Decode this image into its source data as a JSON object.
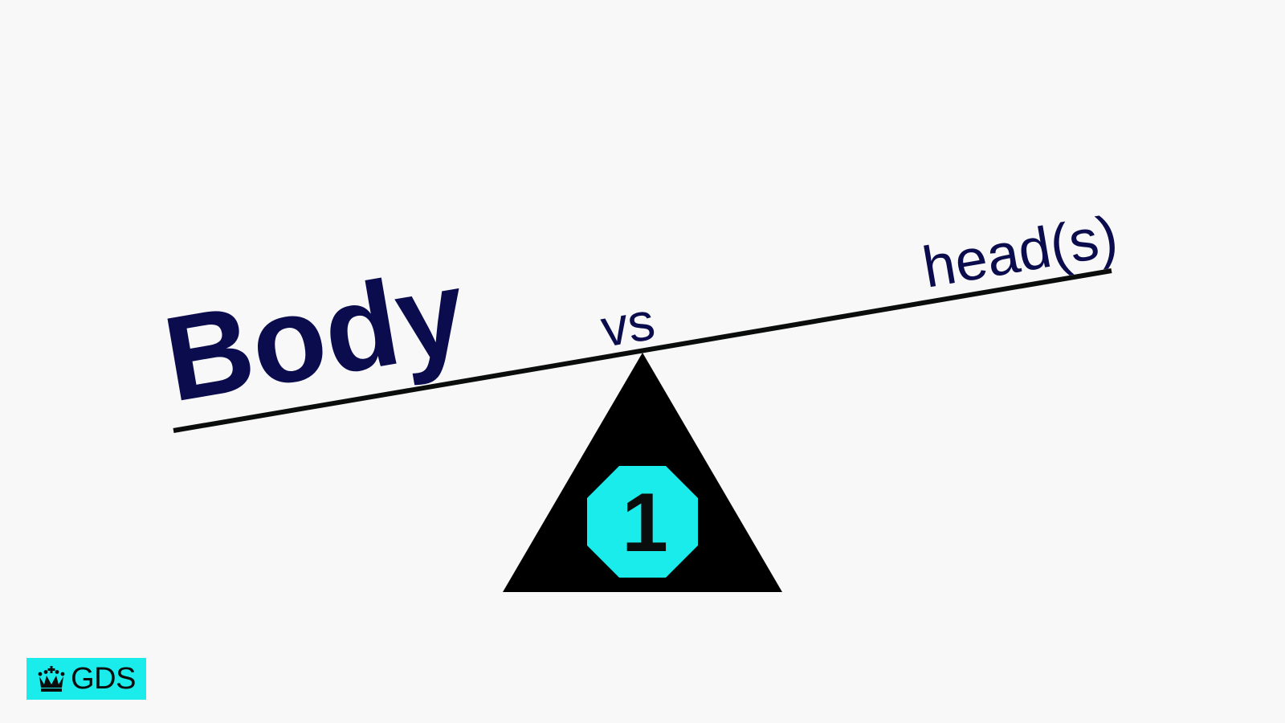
{
  "words": {
    "left": "Body",
    "middle": "vs",
    "right": "head(s)"
  },
  "badge": {
    "number": "1"
  },
  "logo": {
    "text": "GDS",
    "icon": "crown-icon"
  },
  "colors": {
    "background": "#f8f8f8",
    "text": "#0b0c4d",
    "beam": "#0b0c0c",
    "fulcrum": "#000000",
    "accent": "#1aecec"
  }
}
